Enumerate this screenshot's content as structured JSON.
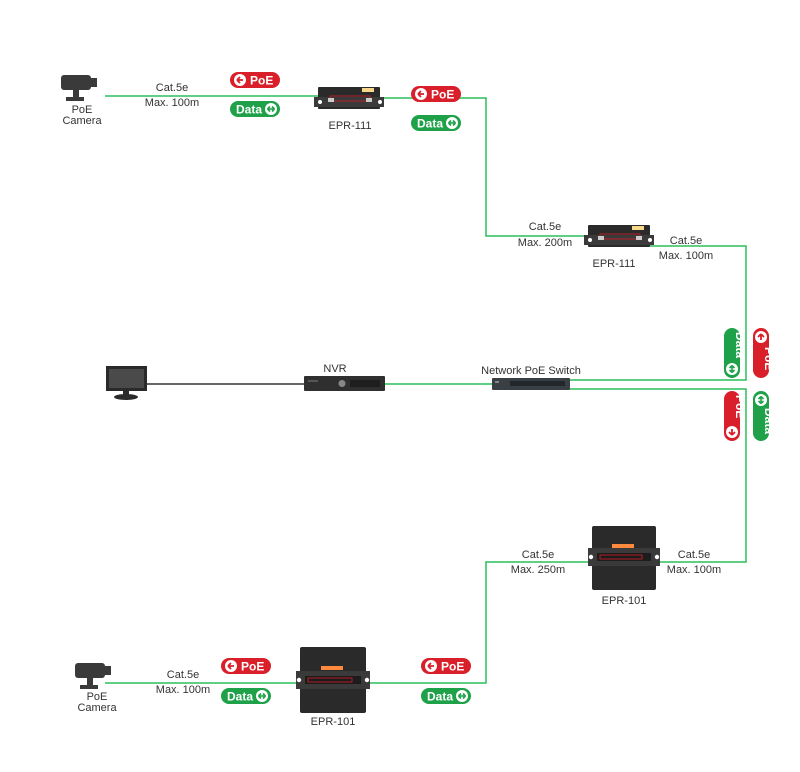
{
  "colors": {
    "line_green": "#2bbf5a",
    "line_dark": "#333333",
    "poe_red": "#d81f2a",
    "data_green": "#1fa14a",
    "device_body": "#2a2a2a"
  },
  "labels": {
    "cat5e": "Cat.5e",
    "max100": "Max. 100m",
    "max200": "Max. 200m",
    "max250": "Max. 250m",
    "poe": "PoE",
    "data": "Data",
    "poe_camera_line1": "PoE",
    "poe_camera_line2": "Camera",
    "nvr": "NVR",
    "switch": "Network PoE Switch",
    "epr111": "EPR-111",
    "epr101": "EPR-101"
  },
  "icons": {
    "camera": "cctv-camera-icon",
    "monitor": "monitor-icon",
    "arrow_left": "arrow-left-circle-icon",
    "arrow_both": "arrow-both-circle-icon",
    "arrow_up": "arrow-up-circle-icon",
    "arrow_down": "arrow-down-circle-icon"
  }
}
